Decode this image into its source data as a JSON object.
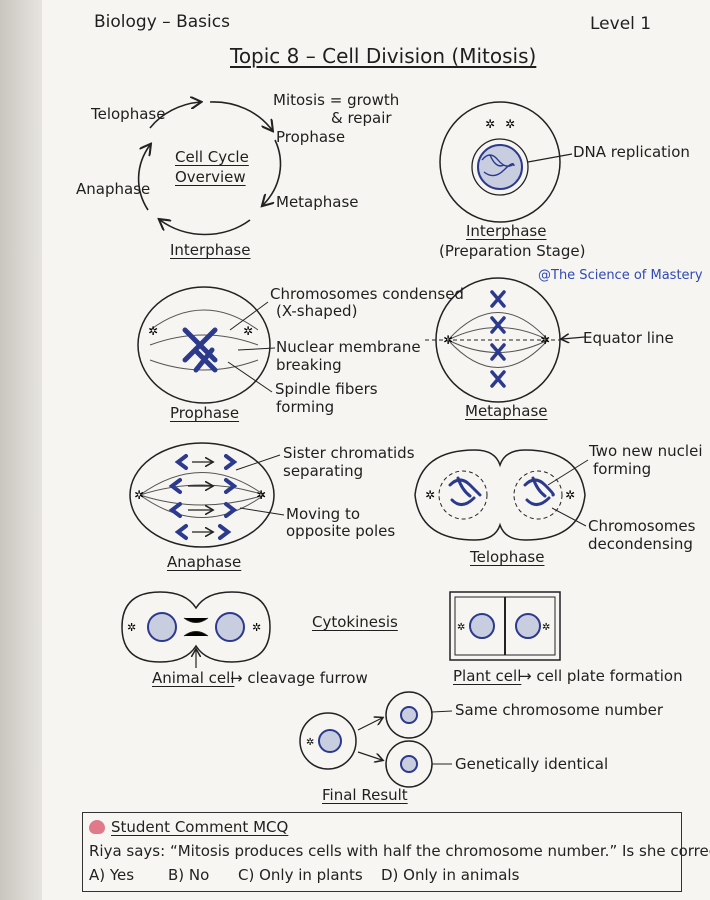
{
  "header": {
    "subject": "Biology – Basics",
    "level": "Level 1",
    "topic": "Topic 8 – Cell Division (Mitosis)"
  },
  "cycle": {
    "center_line1": "Cell Cycle",
    "center_line2": "Overview",
    "telophase": "Telophase",
    "mitosis_note_line1": "Mitosis = growth",
    "mitosis_note_line2": "& repair",
    "prophase": "Prophase",
    "anaphase": "Anaphase",
    "metaphase": "Metaphase",
    "interphase": "Interphase"
  },
  "interphase_panel": {
    "callout": "DNA replication",
    "title": "Interphase",
    "subtitle": "(Preparation Stage)"
  },
  "watermark": "@The Science of Mastery",
  "prophase_panel": {
    "callout1_line1": "Chromosomes condensed",
    "callout1_line2": "(X-shaped)",
    "callout2_line1": "Nuclear membrane",
    "callout2_line2": "breaking",
    "callout3_line1": "Spindle fibers",
    "callout3_line2": "forming",
    "title": "Prophase"
  },
  "metaphase_panel": {
    "callout": "Equator line",
    "title": "Metaphase"
  },
  "anaphase_panel": {
    "callout1_line1": "Sister chromatids",
    "callout1_line2": "separating",
    "callout2_line1": "Moving to",
    "callout2_line2": "opposite poles",
    "title": "Anaphase"
  },
  "telophase_panel": {
    "callout1_line1": "Two new nuclei",
    "callout1_line2": "forming",
    "callout2_line1": "Chromosomes",
    "callout2_line2": "decondensing",
    "title": "Telophase"
  },
  "cytokinesis": {
    "title": "Cytokinesis",
    "animal_label": "Animal cell",
    "animal_suffix": "→ cleavage furrow",
    "plant_label": "Plant cell",
    "plant_suffix": "→ cell plate formation"
  },
  "final_result": {
    "same_number": "Same chromosome number",
    "identical": "Genetically identical",
    "title": "Final Result"
  },
  "mcq": {
    "heading": "Student Comment MCQ",
    "question": "Riya says: “Mitosis produces cells with half the chromosome number.” Is she correct?",
    "options": [
      "A) Yes",
      "B) No",
      "C) Only in plants",
      "D) Only in animals"
    ]
  },
  "colors": {
    "chromosome": "#2b3a8c",
    "ink": "#1f1f1f",
    "watermark": "#2f49b5"
  }
}
